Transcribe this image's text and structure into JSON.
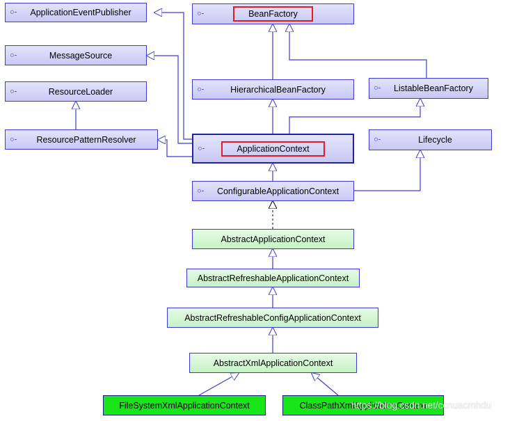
{
  "nodes": {
    "application_event_publisher": "ApplicationEventPublisher",
    "message_source": "MessageSource",
    "resource_loader": "ResourceLoader",
    "resource_pattern_resolver": "ResourcePatternResolver",
    "bean_factory": "BeanFactory",
    "hierarchical_bean_factory": "HierarchicalBeanFactory",
    "listable_bean_factory": "ListableBeanFactory",
    "application_context": "ApplicationContext",
    "lifecycle": "Lifecycle",
    "configurable_application_context": "ConfigurableApplicationContext",
    "abstract_application_context": "AbstractApplicationContext",
    "abstract_refreshable_application_context": "AbstractRefreshableApplicationContext",
    "abstract_refreshable_config_application_context": "AbstractRefreshableConfigApplicationContext",
    "abstract_xml_application_context": "AbstractXmlApplicationContext",
    "file_system_xml_application_context": "FileSystemXmlApplicationContext",
    "class_path_xml_application_context": "ClassPathXmlApplicationContext"
  },
  "interface_icon": "interface-icon",
  "highlighted": [
    "BeanFactory",
    "ApplicationContext"
  ],
  "watermark": "https://blog.csdn.net/ccnuacmhdu",
  "colors": {
    "interface_fill": "#d4d4f8",
    "abstract_fill": "#ccf5cc",
    "concrete_fill": "#19e619",
    "border": "#3b3bd8",
    "highlight": "#e31b23"
  }
}
